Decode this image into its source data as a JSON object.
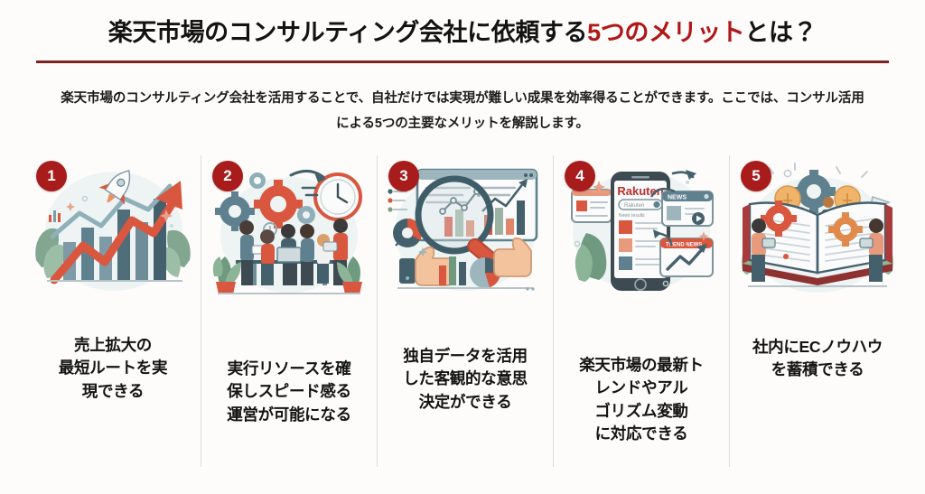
{
  "header": {
    "title_before": "楽天市場のコンサルティング会社に依頼する",
    "title_accent": "5つのメリット",
    "title_after": "とは？",
    "rule_color": "#7d2020",
    "accent_color": "#b01818"
  },
  "lead": {
    "text": "楽天市場のコンサルティング会社を活用することで、自社だけでは実現が難しい成果を効率得ることができます。ここでは、コンサル活用による5つの主要なメリットを解説します。"
  },
  "theme": {
    "background": "#fdfcfa",
    "badge_bg": "#a81c1c",
    "badge_text": "#ffffff",
    "text": "#141414",
    "divider": "#dcdcdc",
    "illus_red": "#d9563f",
    "illus_blue": "#5a7684",
    "illus_green": "#7f9e8a"
  },
  "cards": [
    {
      "number": "1",
      "illustration": "growth-chart-rocket-illustration",
      "caption": "売上拡大の\n最短ルートを実\n現できる"
    },
    {
      "number": "2",
      "illustration": "team-meeting-gears-clock-illustration",
      "caption": "実行リソースを確\n保しスピード感る\n運営が可能になる"
    },
    {
      "number": "3",
      "illustration": "magnifier-data-dashboard-illustration",
      "caption": "独自データを活用\nした客観的な意思\n決定ができる"
    },
    {
      "number": "4",
      "illustration": "smartphone-rakuten-news-illustration",
      "caption": "楽天市場の最新ト\nレンドやアル\nゴリズム変動\nに対応できる",
      "phone_brand": "Rakuten",
      "phone_search_placeholder": "Rakuten",
      "phone_list_label": "News results",
      "panel_news_label": "NEWS",
      "panel_trend_label": "TREND NEWS"
    },
    {
      "number": "5",
      "illustration": "open-book-gears-bulbs-illustration",
      "caption": "社内にECノウハウ\nを蓄積できる"
    }
  ]
}
